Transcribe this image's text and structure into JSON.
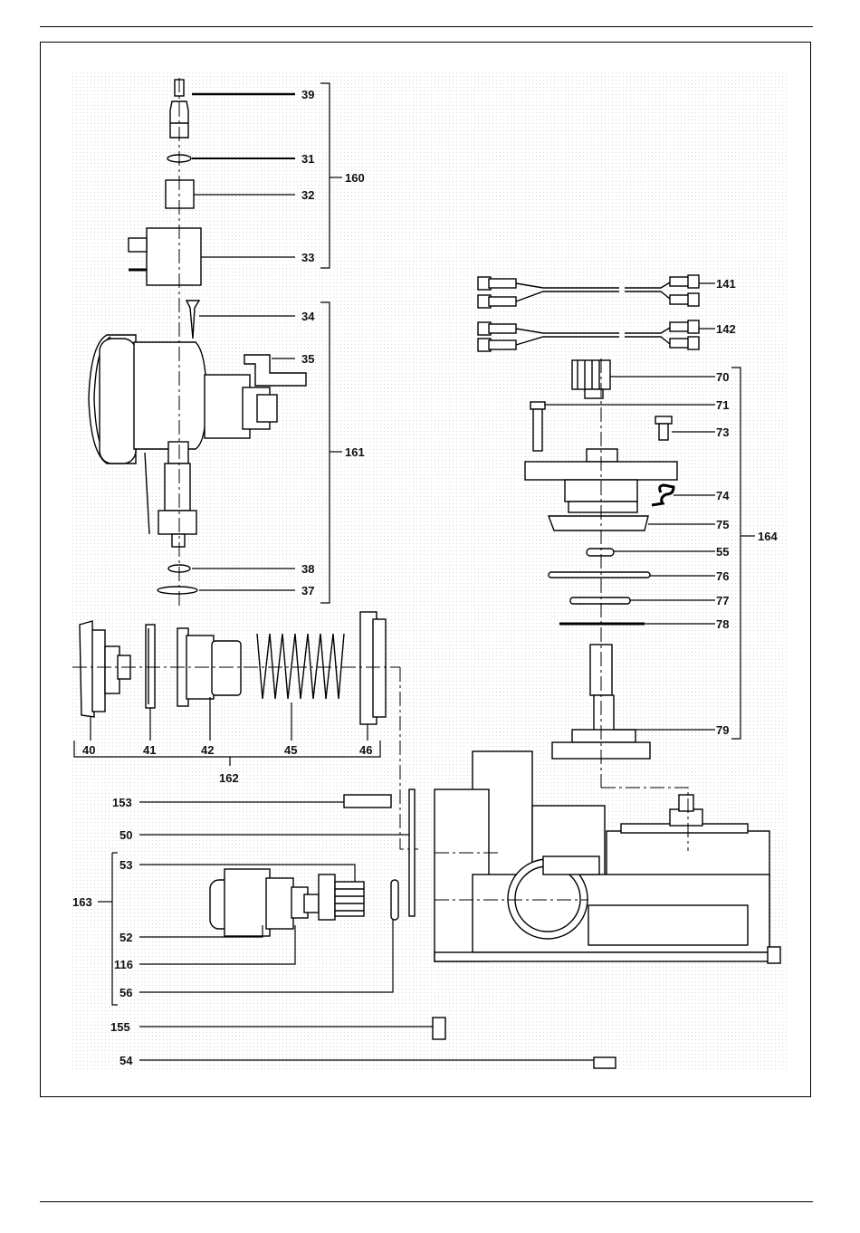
{
  "labels": {
    "l39": "39",
    "l31": "31",
    "l32": "32",
    "l33": "33",
    "l160": "160",
    "l34": "34",
    "l35": "35",
    "l161": "161",
    "l38": "38",
    "l37": "37",
    "l40": "40",
    "l41": "41",
    "l42": "42",
    "l45": "45",
    "l46": "46",
    "l162": "162",
    "l153": "153",
    "l50": "50",
    "l53": "53",
    "l163": "163",
    "l52": "52",
    "l116": "116",
    "l56": "56",
    "l155": "155",
    "l54": "54",
    "l141": "141",
    "l142": "142",
    "l70": "70",
    "l71": "71",
    "l73": "73",
    "l74": "74",
    "l75": "75",
    "l164": "164",
    "l55": "55",
    "l76": "76",
    "l77": "77",
    "l78": "78",
    "l79": "79"
  }
}
